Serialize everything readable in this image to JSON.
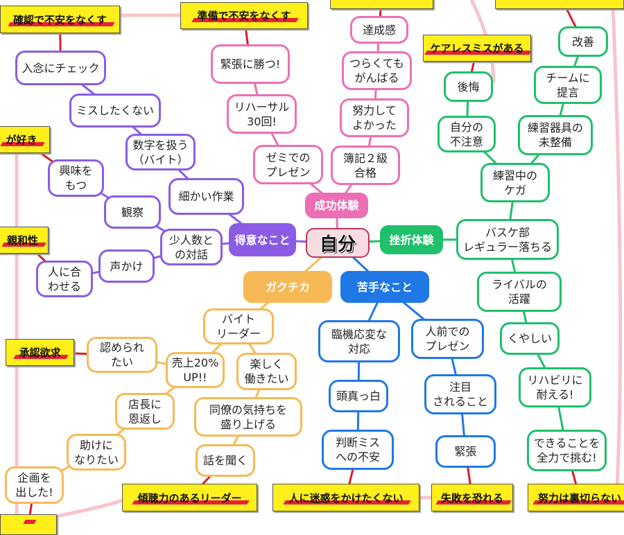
{
  "center": "自分",
  "categories": {
    "success": "成功体験",
    "strength": "得意なこと",
    "setback": "挫折体験",
    "weakness": "苦手なこと",
    "gakuchika": "ガクチカ"
  },
  "labels": {
    "kakunin": "確認で不安をなくす",
    "junbi": "準備で不安をなくす",
    "top_mid": "",
    "top_right": "",
    "careless": "ケアレスミスがある",
    "suki": "が好き",
    "shinwa": "親和性",
    "shonin": "承認欲求",
    "keichou": "傾聴力のあるリーダー",
    "meiwaku": "人に迷惑をかけたくない",
    "shippai": "失敗を恐れる",
    "doryoku": "努力は裏切らない",
    "bottom_left": ""
  },
  "nodes": {
    "nyunen": "入念にチェック",
    "misu": "ミスしたくない",
    "suuji": "数字を扱う\n（バイト）",
    "komakai": "細かい作業",
    "kyomi": "興味を\nもつ",
    "kansatsu": "観察",
    "shoninzu": "少人数と\nの対話",
    "koekake": "声かけ",
    "awaseru": "人に合\nわせる",
    "kinchoukatsu": "緊張に勝つ!",
    "rehearsal": "リハーサル\n30回!",
    "zemi": "ゼミでの\nプレゼン",
    "tassei": "達成感",
    "tsurakute": "つらくても\nがんばる",
    "doryokushite": "努力して\nよかった",
    "boki": "簿記２級\n合格",
    "koukai": "後悔",
    "fuchui": "自分の\n不注意",
    "kigu": "練習器具の\n未整備",
    "teigen": "チームに\n提言",
    "kaizen": "改善",
    "kega": "練習中の\nケガ",
    "basuke": "バスケ部\nレギュラー落ちる",
    "rival": "ライバルの\n活躍",
    "kuyashii": "くやしい",
    "rehab": "リハビリに\n耐える!",
    "zenryoku": "できることを\n全力で挑む!",
    "rinki": "臨機応変な\n対応",
    "hitomae": "人前での\nプレゼン",
    "masshiro": "頭真っ白",
    "chumoku": "注目\nされること",
    "handan": "判断ミス\nへの不安",
    "kinchou": "緊張",
    "baito": "バイト\nリーダー",
    "mitomerare": "認められ\nたい",
    "uriage": "売上20%\nUP!!",
    "tanoshiku": "楽しく\n働きたい",
    "tencho": "店長に\n恩返し",
    "douryou": "同僚の気持ちを\n盛り上げる",
    "tasuke": "助けに\nなりたい",
    "hanashi": "話を聞く",
    "kikaku": "企画を\n出した!"
  },
  "colors": {
    "purple": "#8a5ce6",
    "pink": "#ec6fb5",
    "green": "#1fbf6b",
    "blue": "#1f78e6",
    "orange": "#f7b955",
    "label_yellow": "#ffef1a",
    "label_link": "#d81e2a",
    "background_curve": "#f8c4cb"
  }
}
